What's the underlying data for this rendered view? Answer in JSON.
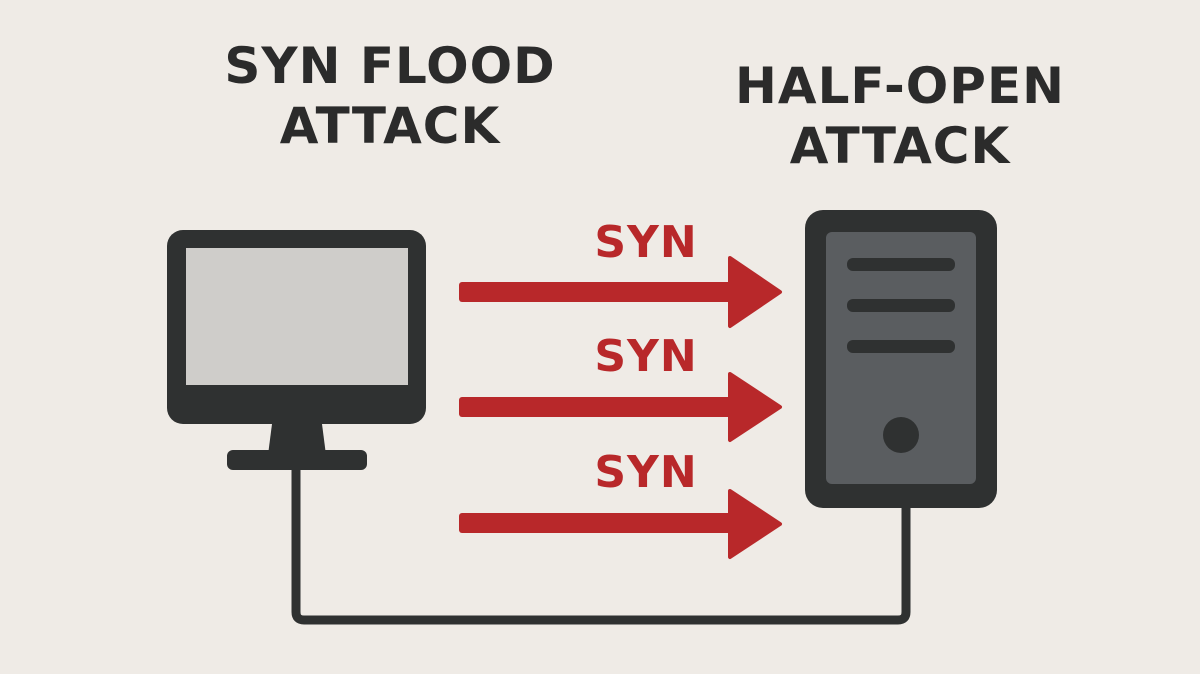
{
  "titles": {
    "left": "SYN FLOOD\nATTACK",
    "right": "HALF-OPEN\nATTACK"
  },
  "arrows": [
    {
      "label": "SYN"
    },
    {
      "label": "SYN"
    },
    {
      "label": "SYN"
    }
  ],
  "nodes": {
    "client": {
      "icon": "monitor-icon"
    },
    "server": {
      "icon": "server-tower-icon"
    }
  },
  "colors": {
    "background": "#efebe6",
    "dark": "#2f3131",
    "screen": "#cfcdca",
    "server_panel": "#5a5d60",
    "arrow_red": "#b8282a"
  }
}
